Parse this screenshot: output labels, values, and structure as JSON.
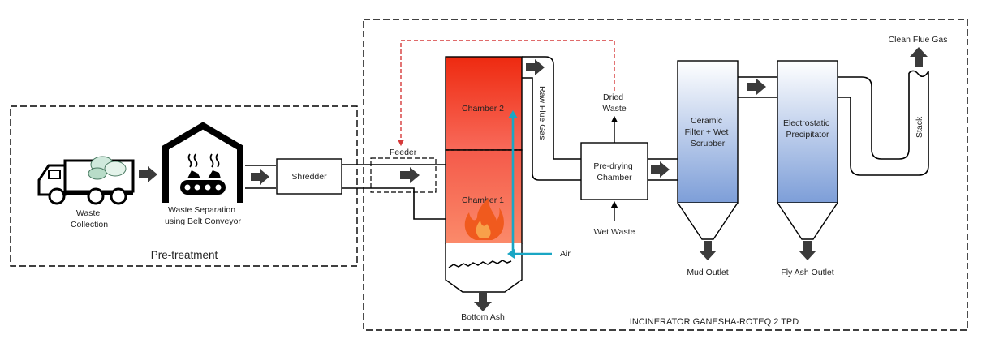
{
  "sections": {
    "pretreatment_label": "Pre-treatment",
    "incinerator_label": "INCINERATOR GANESHA-ROTEQ 2 TPD"
  },
  "nodes": {
    "waste_collection": [
      "Waste",
      "Collection"
    ],
    "waste_separation": [
      "Waste Separation",
      "using Belt Conveyor"
    ],
    "shredder": "Shredder",
    "feeder": "Feeder",
    "chamber2": "Chamber 2",
    "chamber1": "Chamber 1",
    "bottom_ash": "Bottom Ash",
    "air": "Air",
    "raw_flue_gas": "Raw Flue Gas",
    "dried_waste": [
      "Dried",
      "Waste"
    ],
    "predrying": [
      "Pre-drying",
      "Chamber"
    ],
    "wet_waste": "Wet Waste",
    "ceramic_filter": [
      "Ceramic",
      "Filter + Wet",
      "Scrubber"
    ],
    "electrostatic": [
      "Electrostatic",
      "Precipitator"
    ],
    "mud_outlet": "Mud Outlet",
    "fly_ash_outlet": "Fly Ash Outlet",
    "stack": "Stack",
    "clean_flue_gas": "Clean Flue Gas"
  },
  "colors": {
    "air_flow": "#1aa6c4",
    "dried_waste_return": "#d63a3a",
    "chamber_hot": "#ef3a1c",
    "chamber_warm": "#f76a55",
    "filter_blue": "#7f9fd9",
    "flame": "#f05a1e"
  },
  "icons": {
    "truck": "garbage-truck-icon",
    "factory": "separation-facility-icon",
    "flame": "flame-icon"
  }
}
